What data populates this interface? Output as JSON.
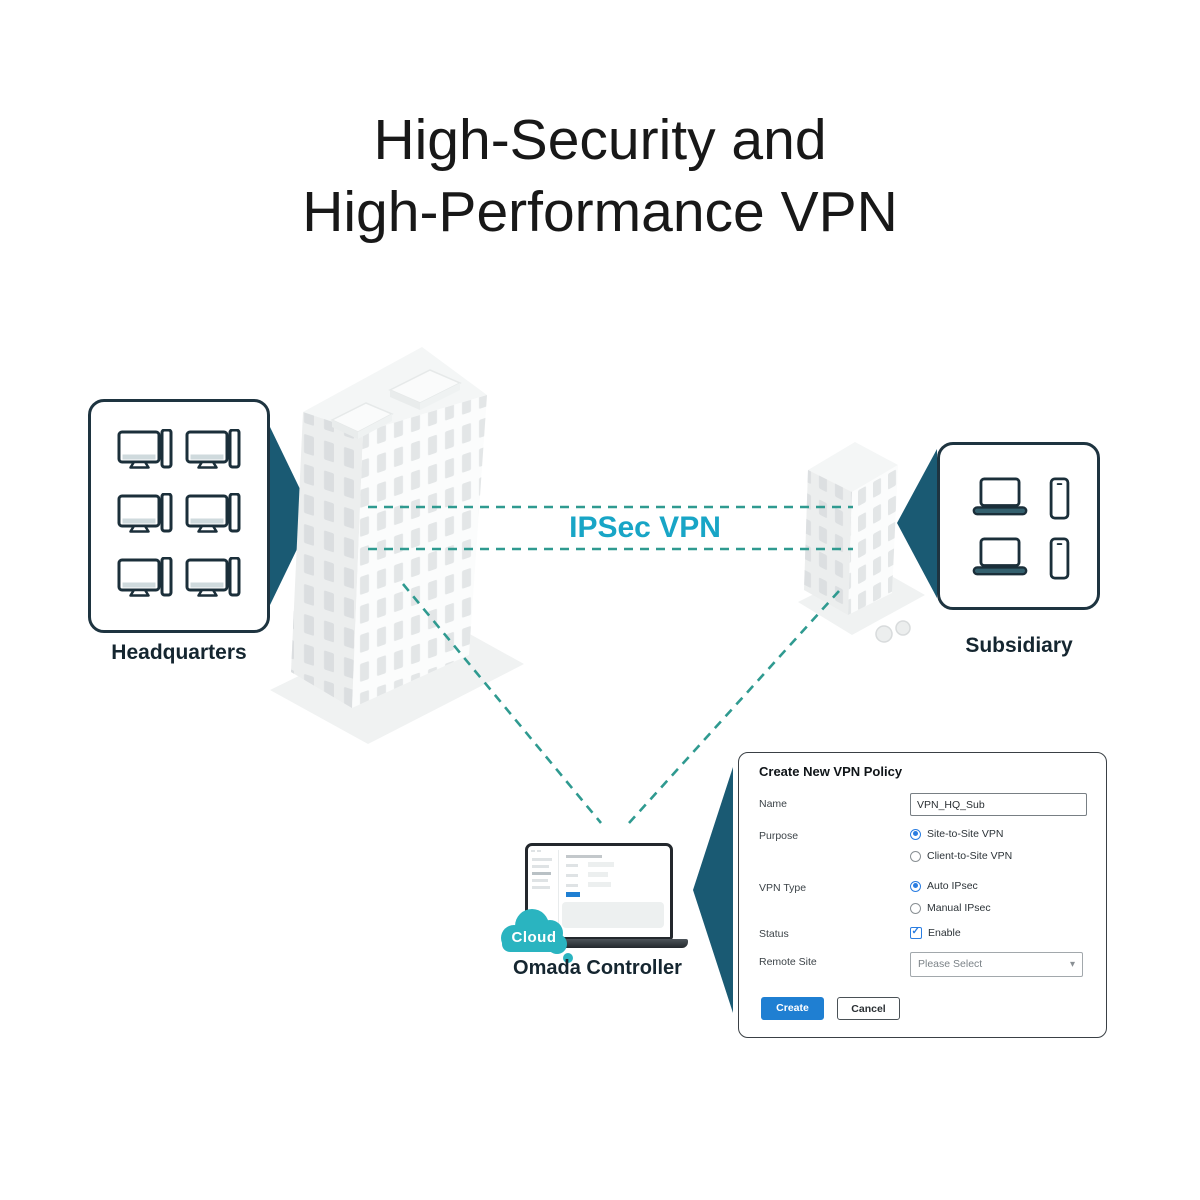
{
  "title": {
    "line1": "High-Security and",
    "line2": "High-Performance VPN"
  },
  "diagram": {
    "headquarters": {
      "label": "Headquarters"
    },
    "subsidiary": {
      "label": "Subsidiary"
    },
    "controller": {
      "label": "Omada Controller",
      "cloud_badge": "Cloud"
    },
    "link": {
      "label": "IPSec VPN"
    }
  },
  "form": {
    "title": "Create New VPN Policy",
    "name": {
      "label": "Name",
      "value": "VPN_HQ_Sub"
    },
    "purpose": {
      "label": "Purpose",
      "options": [
        {
          "label": "Site-to-Site VPN",
          "selected": true
        },
        {
          "label": "Client-to-Site VPN",
          "selected": false
        }
      ]
    },
    "vpn_type": {
      "label": "VPN Type",
      "options": [
        {
          "label": "Auto IPsec",
          "selected": true
        },
        {
          "label": "Manual IPsec",
          "selected": false
        }
      ]
    },
    "status": {
      "label": "Status",
      "option": "Enable",
      "checked": true
    },
    "remote_site": {
      "label": "Remote Site",
      "value": "Please Select"
    },
    "buttons": {
      "create": "Create",
      "cancel": "Cancel"
    }
  },
  "icons": {
    "select_caret": "▾"
  },
  "colors": {
    "arrow_teal": "#1a5a73",
    "dash_teal": "#2f9a90",
    "vpn_text": "#18a5c6",
    "cloud_teal": "#2ab4c0",
    "ink": "#1b2f3a",
    "button_blue": "#1f7fd2",
    "control_blue": "#2a7de1"
  }
}
